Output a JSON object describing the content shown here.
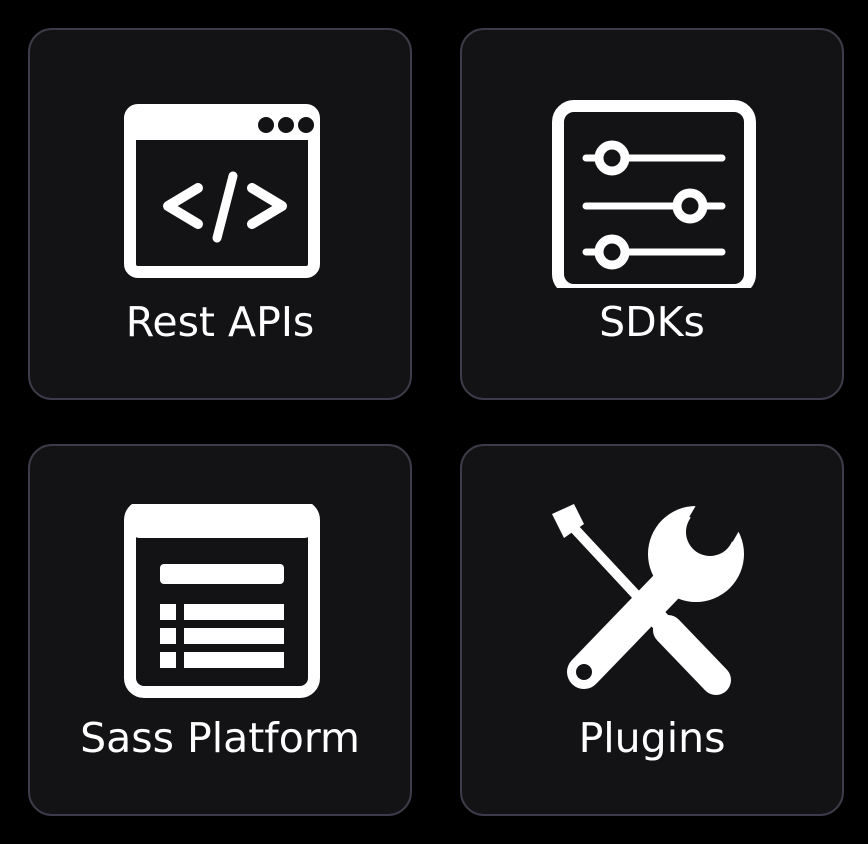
{
  "colors": {
    "background": "#000000",
    "card": "#131316",
    "card_border": "#3c3c48",
    "icon": "#ffffff",
    "text": "#ffffff"
  },
  "cards": [
    {
      "label": "Rest APIs",
      "icon": "code-window-icon"
    },
    {
      "label": "SDKs",
      "icon": "sliders-icon"
    },
    {
      "label": "Sass Platform",
      "icon": "list-window-icon"
    },
    {
      "label": "Plugins",
      "icon": "tools-icon"
    }
  ]
}
